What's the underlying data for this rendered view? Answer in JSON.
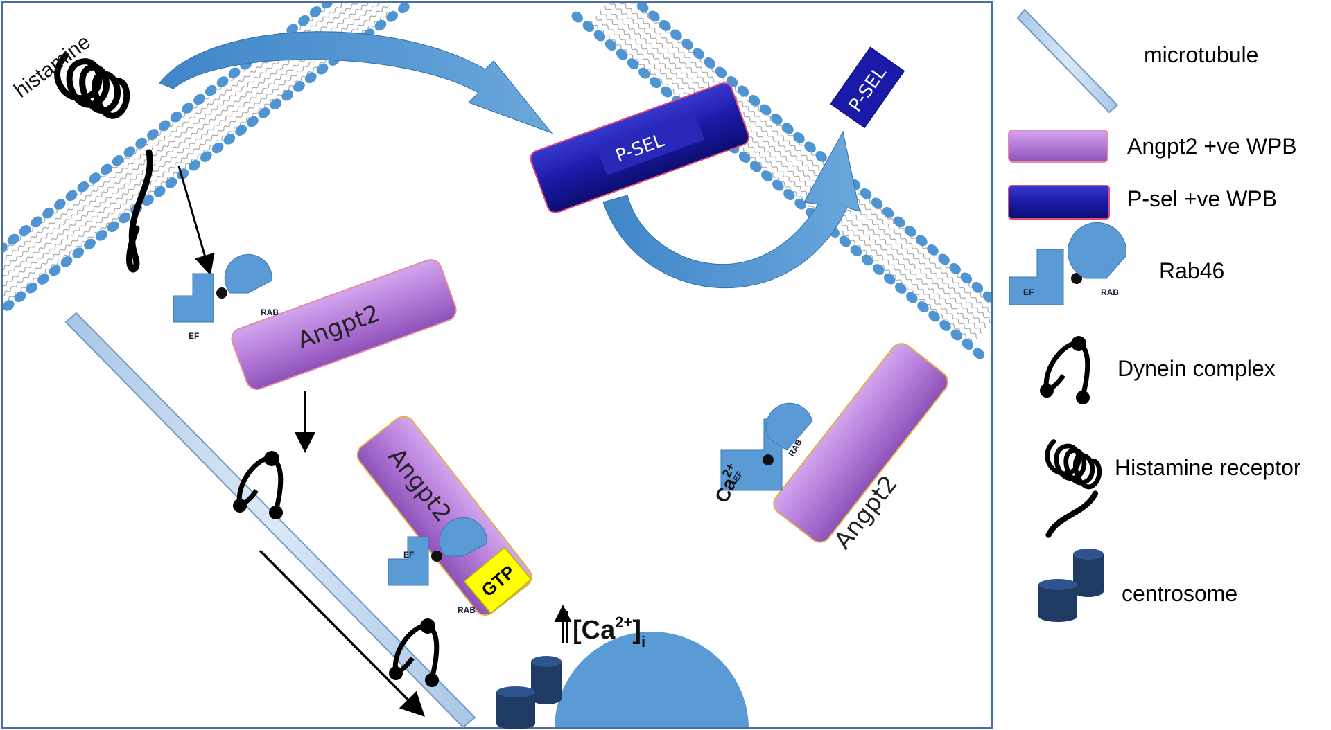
{
  "labels": {
    "histamine": "histamine",
    "psel_main": "P-SEL",
    "psel_membrane": "P-SEL",
    "angpt2_top": "Angpt2",
    "angpt2_middle": "Angpt2",
    "angpt2_right": "Angpt2",
    "gtp": "GTP",
    "ca_free": "Ca",
    "ca_free_sup": "2+",
    "ca_bound": "Ca",
    "ca_bound_sup": "2+",
    "ef": "EF",
    "rab": "RAB",
    "conc_open": "[Ca",
    "conc_sup": "2+",
    "conc_close": "]",
    "conc_sub": "i"
  },
  "legend": [
    {
      "key": "microtubule",
      "label": "microtubule"
    },
    {
      "key": "angpt2_wpb",
      "label": "Angpt2 +ve WPB"
    },
    {
      "key": "psel_wpb",
      "label": "P-sel +ve WPB"
    },
    {
      "key": "rab46",
      "label": "Rab46"
    },
    {
      "key": "dynein",
      "label": "Dynein complex"
    },
    {
      "key": "histamine_receptor",
      "label": "Histamine receptor"
    },
    {
      "key": "centrosome",
      "label": "centrosome"
    }
  ],
  "colors": {
    "frame": "#4a6fa0",
    "membrane": "#4f95d3",
    "angpt2": "#b47ad8",
    "psel": "#1a1aa8",
    "rab46": "#5b9bd5",
    "gtp": "#ffff00",
    "centrosome": "#1f3a63",
    "nucleus": "#5b9bd5",
    "microtubule": "#c9dcf0"
  }
}
